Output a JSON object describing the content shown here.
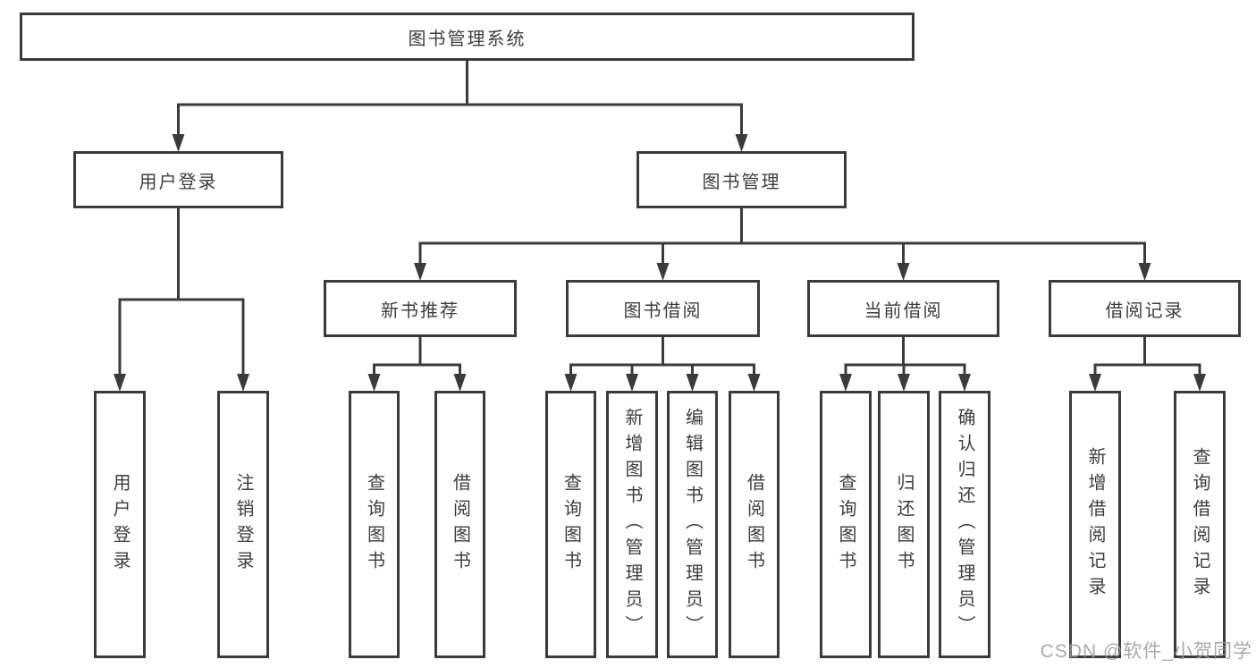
{
  "diagram": {
    "type": "tree",
    "title": "图书管理系统",
    "nodes": {
      "root": {
        "label": "图书管理系统"
      },
      "user-login": {
        "label": "用户登录"
      },
      "book-mgmt": {
        "label": "图书管理"
      },
      "new-book-rec": {
        "label": "新书推荐"
      },
      "book-borrow": {
        "label": "图书借阅"
      },
      "current-borrow": {
        "label": "当前借阅"
      },
      "borrow-record": {
        "label": "借阅记录"
      },
      "leaf-user-login": {
        "label": "用户登录"
      },
      "leaf-logout": {
        "label": "注销登录"
      },
      "leaf-nbr-query": {
        "label": "查询图书"
      },
      "leaf-nbr-borrow": {
        "label": "借阅图书"
      },
      "leaf-bb-query": {
        "label": "查询图书"
      },
      "leaf-bb-add": {
        "label": "新增图书（管理员）"
      },
      "leaf-bb-edit": {
        "label": "编辑图书（管理员）"
      },
      "leaf-bb-borrow": {
        "label": "借阅图书"
      },
      "leaf-cb-query": {
        "label": "查询图书"
      },
      "leaf-cb-return": {
        "label": "归还图书"
      },
      "leaf-cb-confirm": {
        "label": "确认归还（管理员）"
      },
      "leaf-br-add": {
        "label": "新增借阅记录"
      },
      "leaf-br-query": {
        "label": "查询借阅记录"
      }
    },
    "edges": [
      {
        "from": "root",
        "to": [
          "user-login",
          "book-mgmt"
        ]
      },
      {
        "from": "user-login",
        "to": [
          "leaf-user-login",
          "leaf-logout"
        ]
      },
      {
        "from": "book-mgmt",
        "to": [
          "new-book-rec",
          "book-borrow",
          "current-borrow",
          "borrow-record"
        ]
      },
      {
        "from": "new-book-rec",
        "to": [
          "leaf-nbr-query",
          "leaf-nbr-borrow"
        ]
      },
      {
        "from": "book-borrow",
        "to": [
          "leaf-bb-query",
          "leaf-bb-add",
          "leaf-bb-edit",
          "leaf-bb-borrow"
        ]
      },
      {
        "from": "current-borrow",
        "to": [
          "leaf-cb-query",
          "leaf-cb-return",
          "leaf-cb-confirm"
        ]
      },
      {
        "from": "borrow-record",
        "to": [
          "leaf-br-add",
          "leaf-br-query"
        ]
      }
    ],
    "colors": {
      "line": "#3b3b3b",
      "text": "#3d3d3d",
      "box_background": "#ffffff",
      "watermark": "#9b9b9b"
    }
  },
  "watermark": {
    "text": "CSDN @软件_小贺同学"
  }
}
